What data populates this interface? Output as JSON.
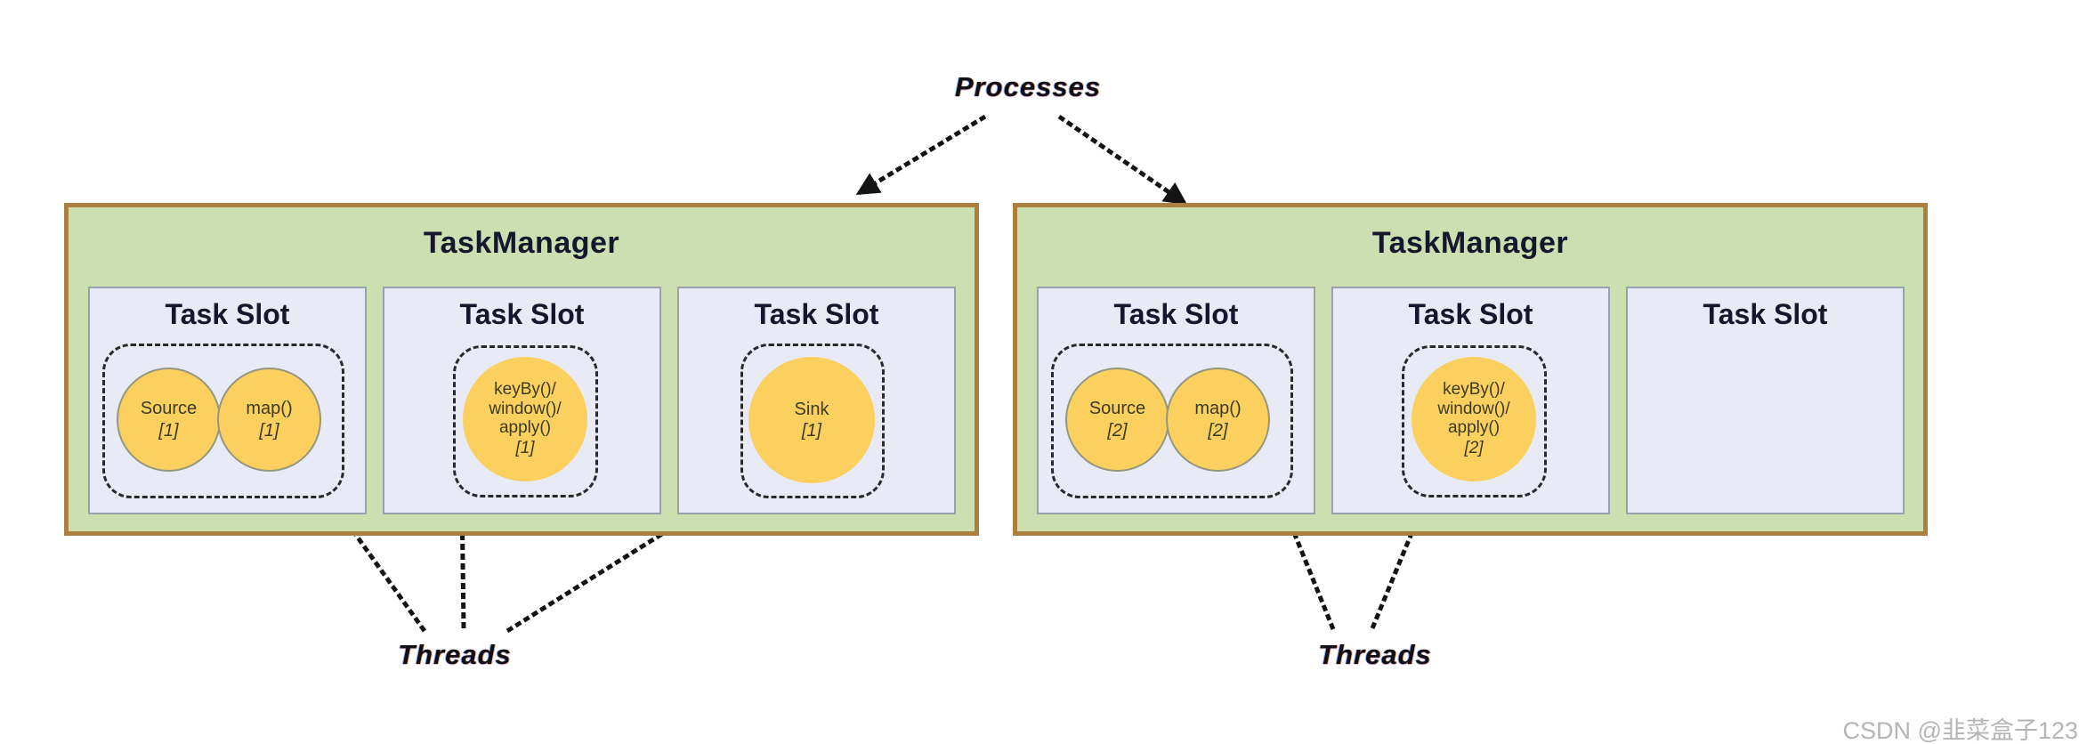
{
  "diagram": {
    "processes_label": "Processes",
    "threads_labels": [
      "Threads",
      "Threads"
    ],
    "watermark": "CSDN @韭菜盒子123",
    "colors": {
      "taskmanager_fill": "#cbdfb1",
      "taskmanager_border": "#ad7f3e",
      "slot_fill": "#e8ebf5",
      "slot_border": "#9aa1ad",
      "operator_fill": "#fbd05f",
      "operator_stroke": "#95977f",
      "dashed_group": "#2a2a2a",
      "arrow": "#141414",
      "watermark_text": "#b5b5b5"
    },
    "task_managers": [
      {
        "title": "TaskManager",
        "slots": [
          {
            "title": "Task Slot",
            "operators": [
              {
                "label": "Source",
                "parallelism": "[1]"
              },
              {
                "label": "map()",
                "parallelism": "[1]"
              }
            ]
          },
          {
            "title": "Task Slot",
            "operators": [
              {
                "label": "keyBy()/\nwindow()/\napply()",
                "parallelism": "[1]"
              }
            ]
          },
          {
            "title": "Task Slot",
            "operators": [
              {
                "label": "Sink",
                "parallelism": "[1]"
              }
            ]
          }
        ]
      },
      {
        "title": "TaskManager",
        "slots": [
          {
            "title": "Task Slot",
            "operators": [
              {
                "label": "Source",
                "parallelism": "[2]"
              },
              {
                "label": "map()",
                "parallelism": "[2]"
              }
            ]
          },
          {
            "title": "Task Slot",
            "operators": [
              {
                "label": "keyBy()/\nwindow()/\napply()",
                "parallelism": "[2]"
              }
            ]
          },
          {
            "title": "Task Slot",
            "operators": []
          }
        ]
      }
    ]
  }
}
